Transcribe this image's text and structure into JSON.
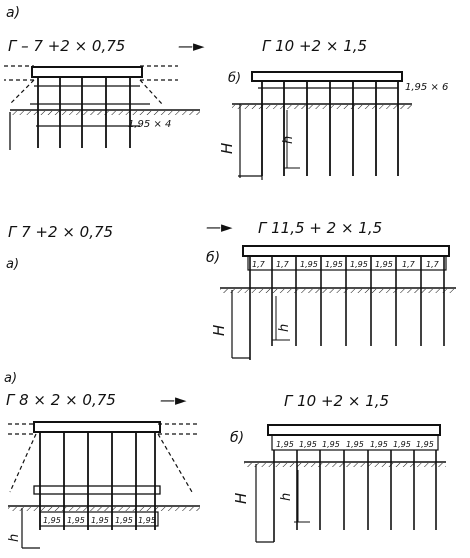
{
  "panels": [
    {
      "section_mark": "а)",
      "before": {
        "formula": "Г – 7 +2 × 0,75",
        "dim": "1,95 × 4"
      },
      "arrow": "—►",
      "after": {
        "letter": "б)",
        "formula": "Г 10 +2 × 1,5",
        "dim": "1,95 × 6",
        "depth": "H",
        "pile": "h"
      }
    },
    {
      "section_mark": "а)",
      "before": {
        "formula": "Г 7 +2 × 0,75"
      },
      "arrow": "—►",
      "after": {
        "letter": "б)",
        "formula": "Г 11,5 + 2 × 1,5",
        "spans": [
          "1,7",
          "1,7",
          "1,95",
          "1,95",
          "1,95",
          "1,95",
          "1,7",
          "1,7"
        ],
        "depth": "H",
        "pile": "h"
      }
    },
    {
      "section_mark": "а)",
      "before": {
        "formula": "Г 8 × 2 × 0,75",
        "spans": [
          "1,95",
          "1,95",
          "1,95",
          "1,95",
          "1,95"
        ],
        "pile": "h"
      },
      "arrow": "—►",
      "after": {
        "letter": "б)",
        "formula": "Г 10 +2 × 1,5",
        "spans": [
          "1,95",
          "1,95",
          "1,95",
          "1,95",
          "1,95",
          "1,95",
          "1,95"
        ],
        "depth": "H",
        "pile": "h"
      }
    }
  ]
}
